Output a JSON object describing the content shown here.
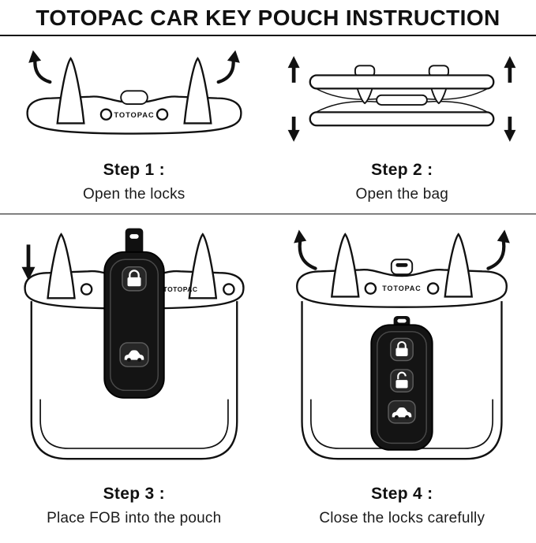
{
  "title": "TOTOPAC CAR KEY POUCH INSTRUCTION",
  "brand_label": "TOTOPAC",
  "steps": [
    {
      "label": "Step 1 :",
      "caption": "Open the locks"
    },
    {
      "label": "Step 2 :",
      "caption": "Open the bag"
    },
    {
      "label": "Step 3 :",
      "caption": "Place FOB into the pouch"
    },
    {
      "label": "Step 4 :",
      "caption": "Close the locks carefully"
    }
  ],
  "icons": {
    "rotate_open_arrow": "curved-arrow-up-outward",
    "open_bag_arrows": "up-and-down-arrows",
    "insert_arrow": "down-arrow",
    "lock_closed": "padlock-closed-glyph",
    "lock_open": "padlock-open-glyph",
    "trunk_release": "car-trunk-glyph"
  },
  "colors": {
    "ink": "#111111",
    "fob_black": "#141414",
    "background": "#ffffff"
  }
}
